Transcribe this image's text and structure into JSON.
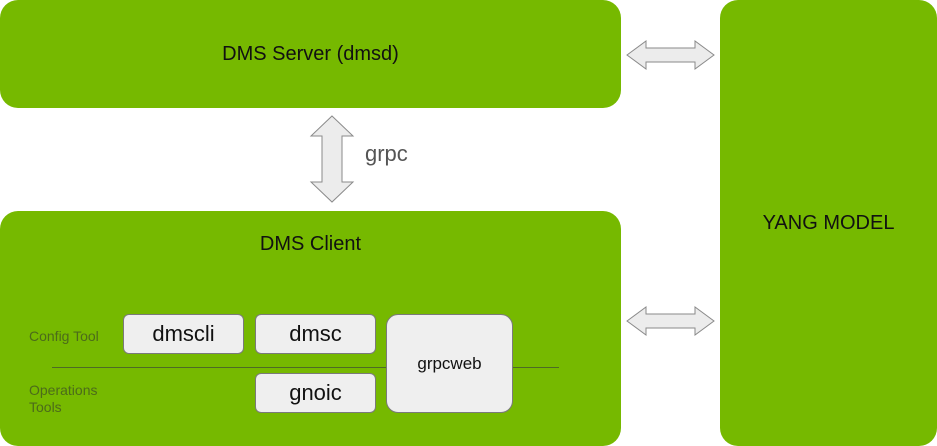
{
  "server": {
    "title": "DMS Server (dmsd)"
  },
  "link": {
    "label": "grpc"
  },
  "client": {
    "title": "DMS Client",
    "rows": {
      "config": "Config Tool",
      "operations": "Operations\nTools"
    },
    "tools": {
      "dmscli": "dmscli",
      "dmsc": "dmsc",
      "gnoic": "gnoic",
      "grpcweb": "grpcweb"
    }
  },
  "yang": {
    "title": "YANG MODEL"
  },
  "colors": {
    "block": "#76b900",
    "box": "#efefef",
    "arrow_fill": "#ececec",
    "arrow_stroke": "#8a8a8a"
  }
}
